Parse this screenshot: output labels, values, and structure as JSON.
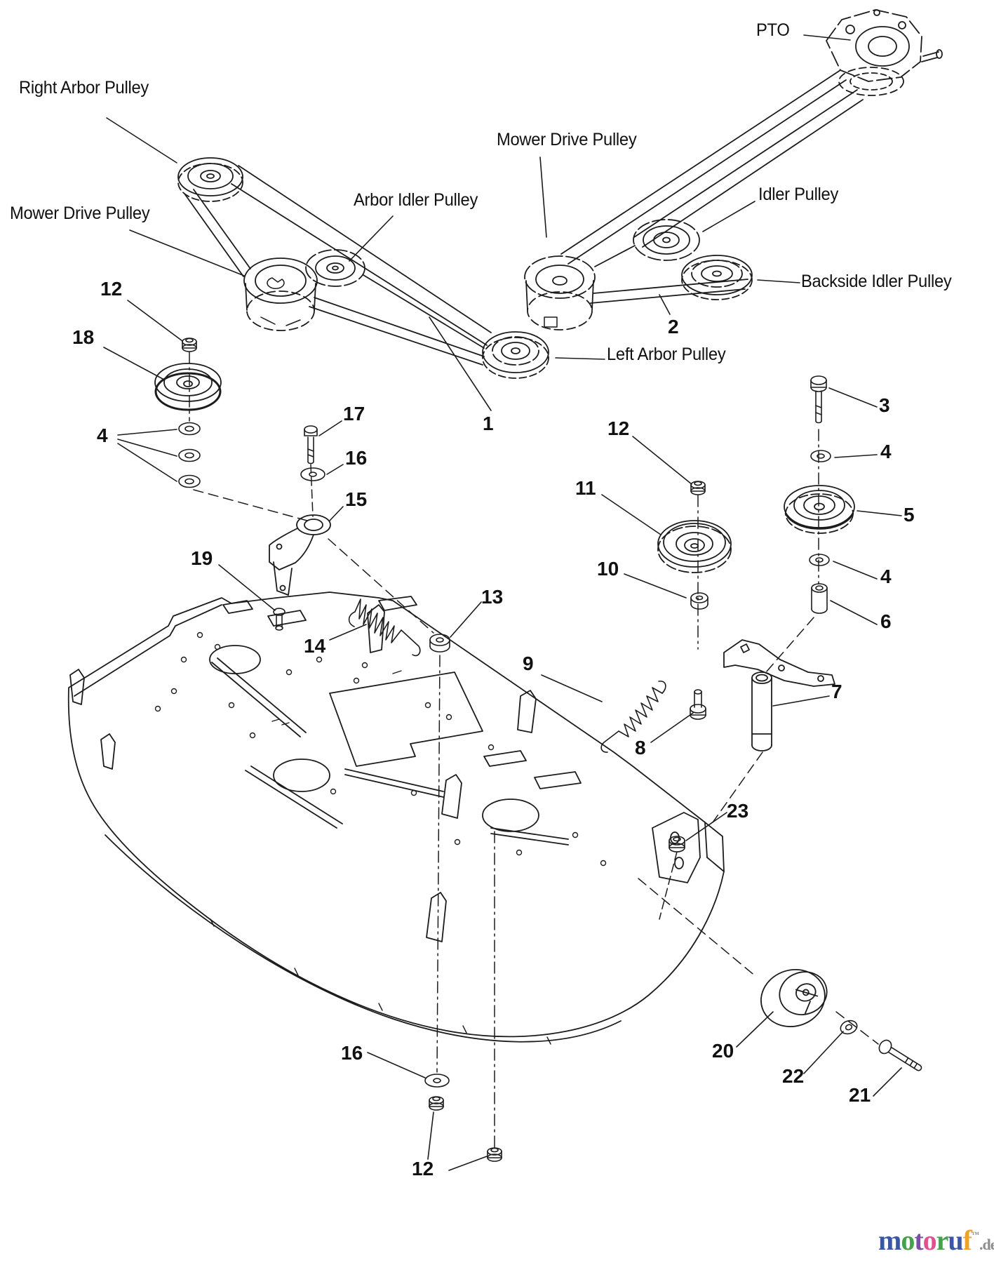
{
  "labels": {
    "pto": "PTO",
    "right_arbor_pulley": "Right Arbor Pulley",
    "mower_drive_pulley_left": "Mower Drive Pulley",
    "arbor_idler_pulley": "Arbor Idler Pulley",
    "mower_drive_pulley_right": "Mower Drive Pulley",
    "idler_pulley": "Idler Pulley",
    "backside_idler_pulley": "Backside Idler Pulley",
    "left_arbor_pulley": "Left Arbor Pulley"
  },
  "callouts": {
    "n1": "1",
    "n2": "2",
    "n3": "3",
    "n4_left": "4",
    "n4_right_top": "4",
    "n4_right_bottom": "4",
    "n5": "5",
    "n6": "6",
    "n7": "7",
    "n8": "8",
    "n9": "9",
    "n10": "10",
    "n11": "11",
    "n12_top_left": "12",
    "n12_right": "12",
    "n12_bottom": "12",
    "n13": "13",
    "n14": "14",
    "n15": "15",
    "n16_middle": "16",
    "n16_bottom": "16",
    "n17": "17",
    "n18": "18",
    "n19": "19",
    "n20": "20",
    "n21": "21",
    "n22": "22",
    "n23": "23"
  },
  "logo": {
    "letters": [
      {
        "ch": "m",
        "color": "#3a57a7"
      },
      {
        "ch": "o",
        "color": "#46a24a"
      },
      {
        "ch": "t",
        "color": "#7a4fa8"
      },
      {
        "ch": "o",
        "color": "#e2518f"
      },
      {
        "ch": "r",
        "color": "#46a24a"
      },
      {
        "ch": "u",
        "color": "#3a57a7"
      },
      {
        "ch": "f",
        "color": "#eda32b"
      }
    ],
    "tm": "™",
    "tld": ".de",
    "tld_color": "#8c8c8c"
  },
  "drawing": {
    "line_color": "#1c1c1c",
    "background": "#ffffff"
  }
}
